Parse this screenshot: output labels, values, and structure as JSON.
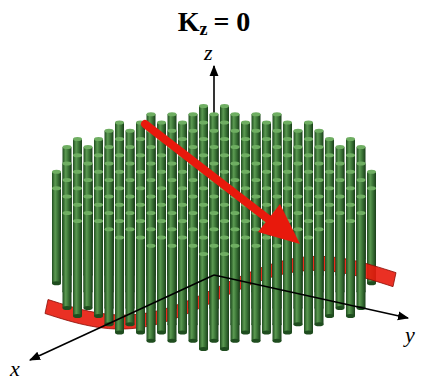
{
  "diagram": {
    "labels": [
      "K",
      "z",
      "= 0",
      "z",
      "x",
      "y"
    ]
  }
}
